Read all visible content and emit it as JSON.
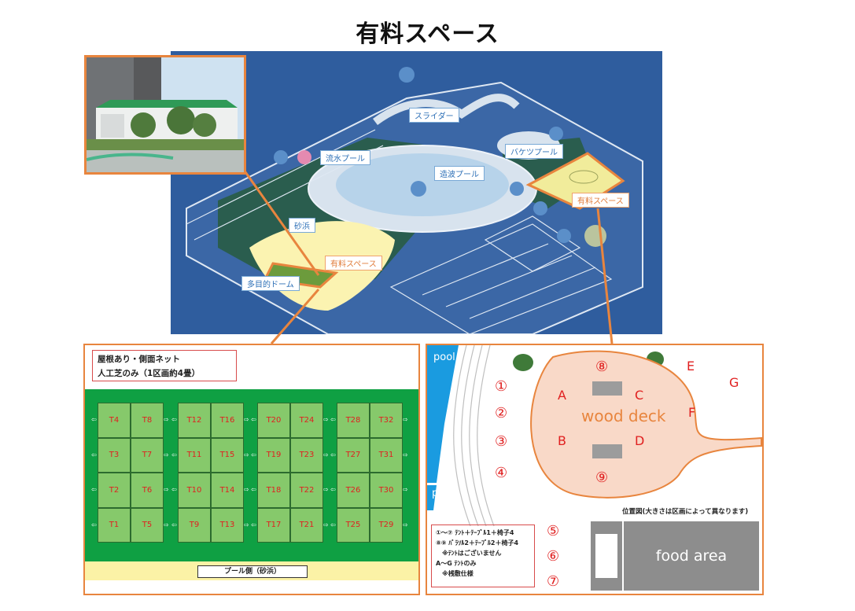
{
  "title": "有料スペース",
  "map": {
    "labels": {
      "slider": "スライダー",
      "lazy_river": "流水プール",
      "wave_pool": "造波プール",
      "bucket_pool": "バケツプール",
      "paid_space_1": "有料スペース",
      "paid_space_2": "有料スペース",
      "sand_beach": "砂浜",
      "multi_dome": "多目的ドーム"
    }
  },
  "left_panel": {
    "note_line1": "屋根あり・側面ネット",
    "note_line2": "人工芝のみ（1区画約4畳）",
    "blocks": [
      [
        [
          "T4",
          "T8"
        ],
        [
          "T3",
          "T7"
        ],
        [
          "T2",
          "T6"
        ],
        [
          "T1",
          "T5"
        ]
      ],
      [
        [
          "T12",
          "T16"
        ],
        [
          "T11",
          "T15"
        ],
        [
          "T10",
          "T14"
        ],
        [
          "T9",
          "T13"
        ]
      ],
      [
        [
          "T20",
          "T24"
        ],
        [
          "T19",
          "T23"
        ],
        [
          "T18",
          "T22"
        ],
        [
          "T17",
          "T21"
        ]
      ],
      [
        [
          "T28",
          "T32"
        ],
        [
          "T27",
          "T31"
        ],
        [
          "T26",
          "T30"
        ],
        [
          "T25",
          "T29"
        ]
      ]
    ],
    "pool_side_label": "プール側（砂浜）"
  },
  "right_panel": {
    "pool_top": "pool",
    "pool_bottom": "pool",
    "numbers": [
      "①",
      "②",
      "③",
      "④",
      "⑤",
      "⑥",
      "⑦",
      "⑧",
      "⑨"
    ],
    "letters": [
      "A",
      "B",
      "C",
      "D",
      "E",
      "F",
      "G"
    ],
    "wood_deck": "wood deck",
    "position_note": "位置図(大きさは区画によって異なります)",
    "food_area": "food area",
    "legend": [
      "①～⑦ ﾃﾝﾄ＋ﾃｰﾌﾞﾙ1＋椅子4",
      "⑧⑨ ﾊﾟﾗｿﾙ2＋ﾃｰﾌﾞﾙ2＋椅子4",
      "※ﾃﾝﾄはございません",
      "A～G ﾃﾝﾄのみ",
      "※桟敷仕様"
    ]
  },
  "colors": {
    "accent_orange": "#e8853e",
    "number_red": "#e02020",
    "turf_green": "#0fa043",
    "cell_green": "#86c96b",
    "deck_fill": "#f9d9c8",
    "pool_blue": "#1a9be0"
  }
}
